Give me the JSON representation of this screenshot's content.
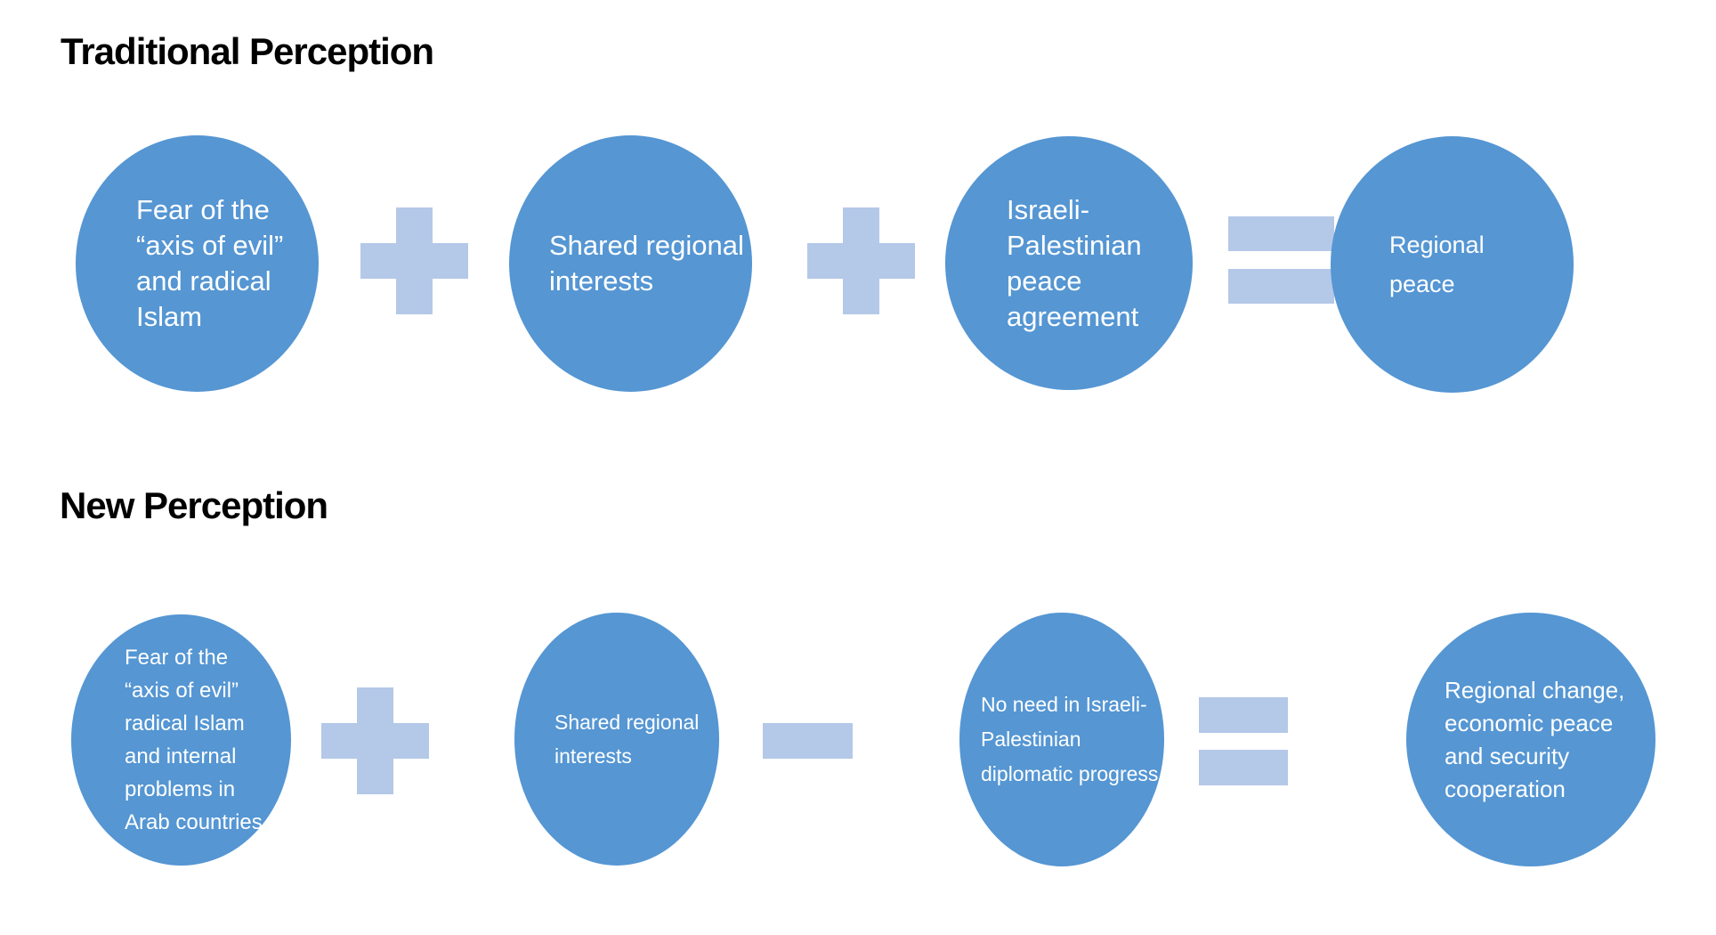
{
  "colors": {
    "background": "#FFFFFF",
    "circle_fill": "#5596D3",
    "operator_fill": "#B4C8E8",
    "heading_text": "#000000",
    "circle_text": "#FFFFFF"
  },
  "rows": [
    {
      "heading": "Traditional Perception",
      "items": [
        {
          "type": "circle",
          "text": "Fear of the\n“axis of evil”\nand radical\nIslam"
        },
        {
          "type": "plus"
        },
        {
          "type": "circle",
          "text": "Shared regional\ninterests"
        },
        {
          "type": "plus"
        },
        {
          "type": "circle",
          "text": "Israeli-\nPalestinian\npeace\nagreement"
        },
        {
          "type": "equals"
        },
        {
          "type": "circle",
          "text": "Regional\npeace"
        }
      ]
    },
    {
      "heading": "New Perception",
      "items": [
        {
          "type": "circle",
          "text": "Fear of the\n“axis of evil”\nradical Islam\nand internal\nproblems in\nArab countries"
        },
        {
          "type": "plus"
        },
        {
          "type": "circle",
          "text": "Shared regional\ninterests"
        },
        {
          "type": "minus"
        },
        {
          "type": "circle",
          "text": "No need in Israeli-\nPalestinian\ndiplomatic progress"
        },
        {
          "type": "equals"
        },
        {
          "type": "circle",
          "text": "Regional change,\neconomic peace\nand security\ncooperation"
        }
      ]
    }
  ]
}
